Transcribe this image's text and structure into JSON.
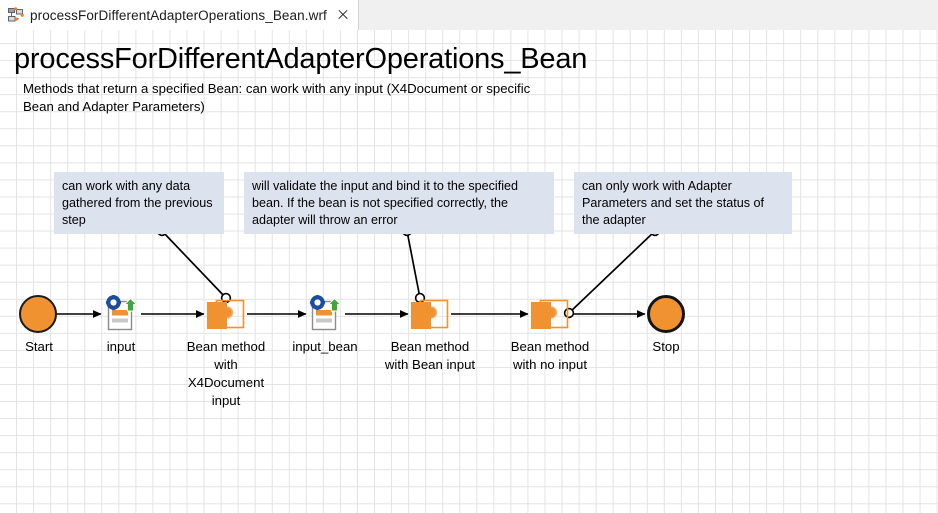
{
  "tab": {
    "label": "processForDifferentAdapterOperations_Bean.wrf",
    "icon": "process-diagram-icon",
    "close_icon": "close-icon"
  },
  "diagram": {
    "title": "processForDifferentAdapterOperations_Bean",
    "subtitle": "Methods that return a specified Bean: can work with any input (X4Document or specific Bean and Adapter Parameters)",
    "notes": [
      {
        "id": "note-1",
        "text": "can work with any data gathered from the previous step"
      },
      {
        "id": "note-2",
        "text": "will validate the input and bind it to the specified bean. If the bean is not specified correctly, the adapter will throw an error"
      },
      {
        "id": "note-3",
        "text": "can only work with Adapter Parameters and set the status of the adapter"
      }
    ],
    "nodes": [
      {
        "id": "start",
        "label": "Start",
        "type": "terminator",
        "icon": "start-circle-icon"
      },
      {
        "id": "input",
        "label": "input",
        "type": "step",
        "icon": "document-gear-icon"
      },
      {
        "id": "bean-x4doc",
        "label": "Bean method\nwith\nX4Document\ninput",
        "type": "bean-method",
        "icon": "puzzle-piece-icon"
      },
      {
        "id": "input-bean",
        "label": "input_bean",
        "type": "step",
        "icon": "document-gear-icon"
      },
      {
        "id": "bean-input",
        "label": "Bean method\nwith Bean input",
        "type": "bean-method",
        "icon": "puzzle-piece-icon"
      },
      {
        "id": "bean-noinput",
        "label": "Bean method\nwith no input",
        "type": "bean-method",
        "icon": "puzzle-piece-icon"
      },
      {
        "id": "stop",
        "label": "Stop",
        "type": "terminator",
        "icon": "stop-circle-icon"
      }
    ],
    "colors": {
      "accent_orange": "#f0922f",
      "note_background": "#dde3ee",
      "grid_line": "#e3e3e3",
      "canvas_background": "#ffffff",
      "connector": "#000000"
    }
  }
}
